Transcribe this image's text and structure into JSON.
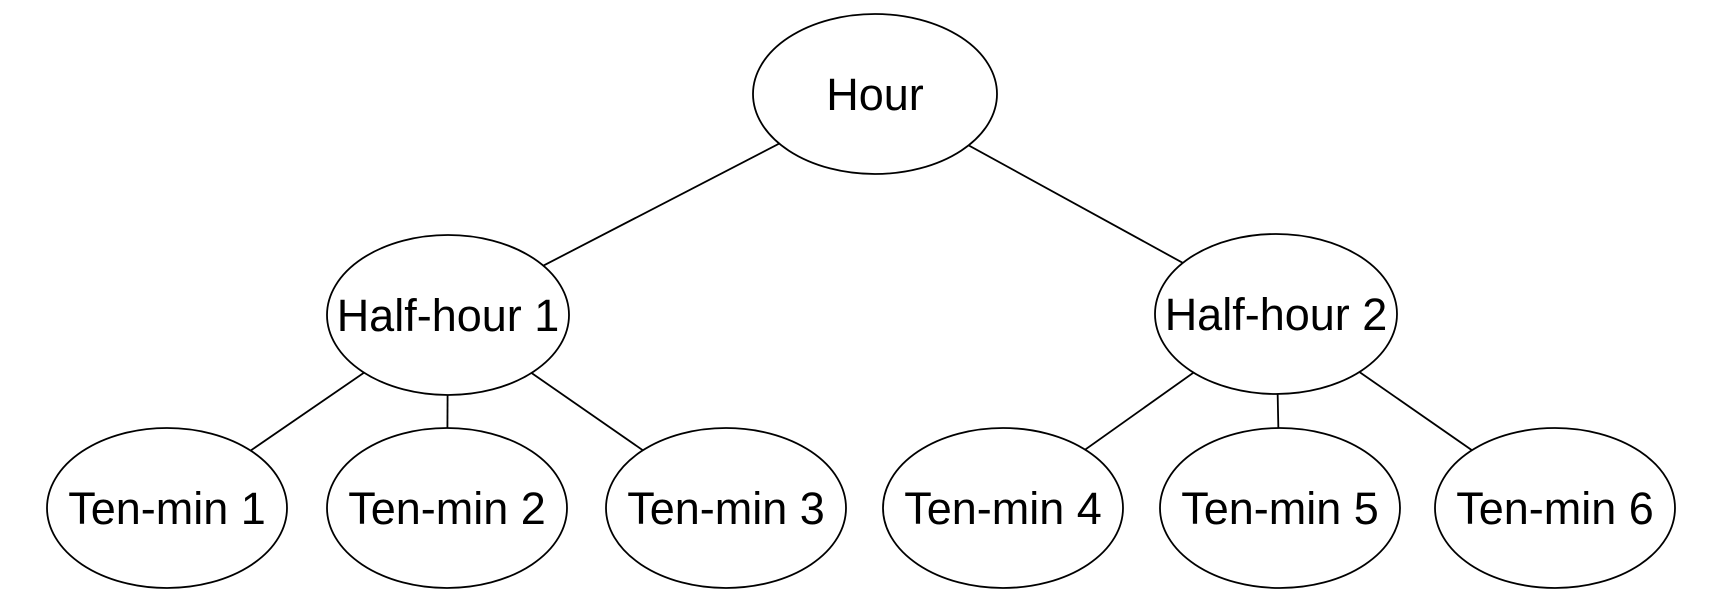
{
  "diagram": {
    "type": "tree",
    "background_color": "#ffffff",
    "stroke_color": "#000000",
    "text_color": "#000000",
    "nodes": {
      "hour": "Hour",
      "half_hour_1": "Half-hour 1",
      "half_hour_2": "Half-hour 2",
      "ten_min_1": "Ten-min 1",
      "ten_min_2": "Ten-min 2",
      "ten_min_3": "Ten-min 3",
      "ten_min_4": "Ten-min 4",
      "ten_min_5": "Ten-min 5",
      "ten_min_6": "Ten-min 6"
    },
    "structure": {
      "root": "Hour",
      "children": {
        "Hour": [
          "Half-hour 1",
          "Half-hour 2"
        ],
        "Half-hour 1": [
          "Ten-min 1",
          "Ten-min 2",
          "Ten-min 3"
        ],
        "Half-hour 2": [
          "Ten-min 4",
          "Ten-min 5",
          "Ten-min 6"
        ]
      }
    }
  }
}
